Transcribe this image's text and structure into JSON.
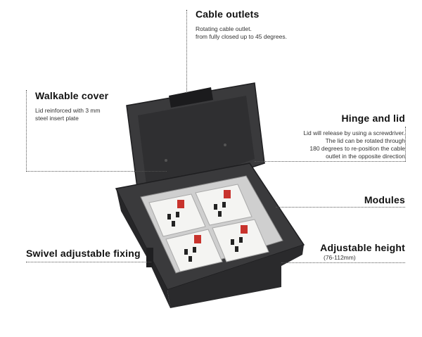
{
  "callouts": {
    "cable_outlets": {
      "title": "Cable outlets",
      "lines": [
        "Rotating cable outlet.",
        "from fully closed up to 45 degrees."
      ]
    },
    "walkable_cover": {
      "title": "Walkable cover",
      "lines": [
        "Lid reinforced with 3 mm",
        "steel insert plate"
      ]
    },
    "hinge_and_lid": {
      "title": "Hinge and lid",
      "lines": [
        "Lid will release by using a screwdriver.",
        "The lid can be rotated through",
        "180 degrees to re-position the cable",
        "outlet in the opposite direction"
      ]
    },
    "modules": {
      "title": "Modules"
    },
    "swivel": {
      "title": "Swivel adjustable fixing"
    },
    "adjustable_height": {
      "title": "Adjustable height",
      "range": "(76-112mm)"
    }
  },
  "product": {
    "socket_count": 4,
    "colors": {
      "box": "#3a3a3c",
      "box_dark": "#232325",
      "socket": "#f4f4f2",
      "switch_red": "#c8332d",
      "tray": "#cfcfcf"
    }
  }
}
